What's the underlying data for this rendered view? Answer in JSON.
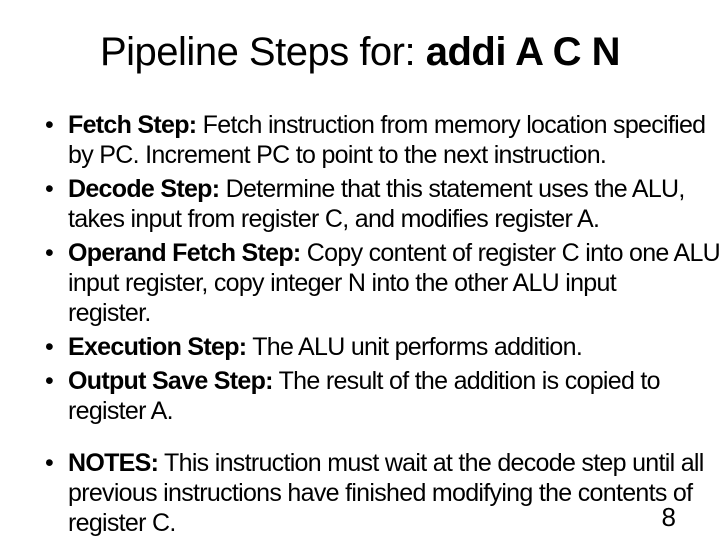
{
  "slide": {
    "title": {
      "regular": "Pipeline Steps for: ",
      "bold": "addi A C N"
    },
    "bullet_glyph": "•",
    "bullets": [
      {
        "lead": "Fetch Step:",
        "lines": [
          " Fetch instruction from memory location specified",
          "by PC. Increment PC to point to the next instruction."
        ]
      },
      {
        "lead": "Decode Step:",
        "lines": [
          " Determine that this statement uses the ALU,",
          "takes input from register C, and modifies register A."
        ]
      },
      {
        "lead": "Operand Fetch Step:",
        "lines": [
          " Copy content of register C into one ALU",
          "input register, copy integer N into the other ALU input",
          "register."
        ]
      },
      {
        "lead": "Execution Step:",
        "lines": [
          " The ALU unit performs addition."
        ]
      },
      {
        "lead": "Output Save Step:",
        "lines": [
          " The result of the addition is copied to",
          "register A."
        ]
      },
      {
        "lead": "NOTES:",
        "lines": [
          " This instruction must wait at the decode step until all",
          "previous instructions have finished modifying the contents of",
          "register C."
        ]
      }
    ],
    "page_number": "8",
    "colors": {
      "background": "#ffffff",
      "text": "#000000"
    }
  }
}
